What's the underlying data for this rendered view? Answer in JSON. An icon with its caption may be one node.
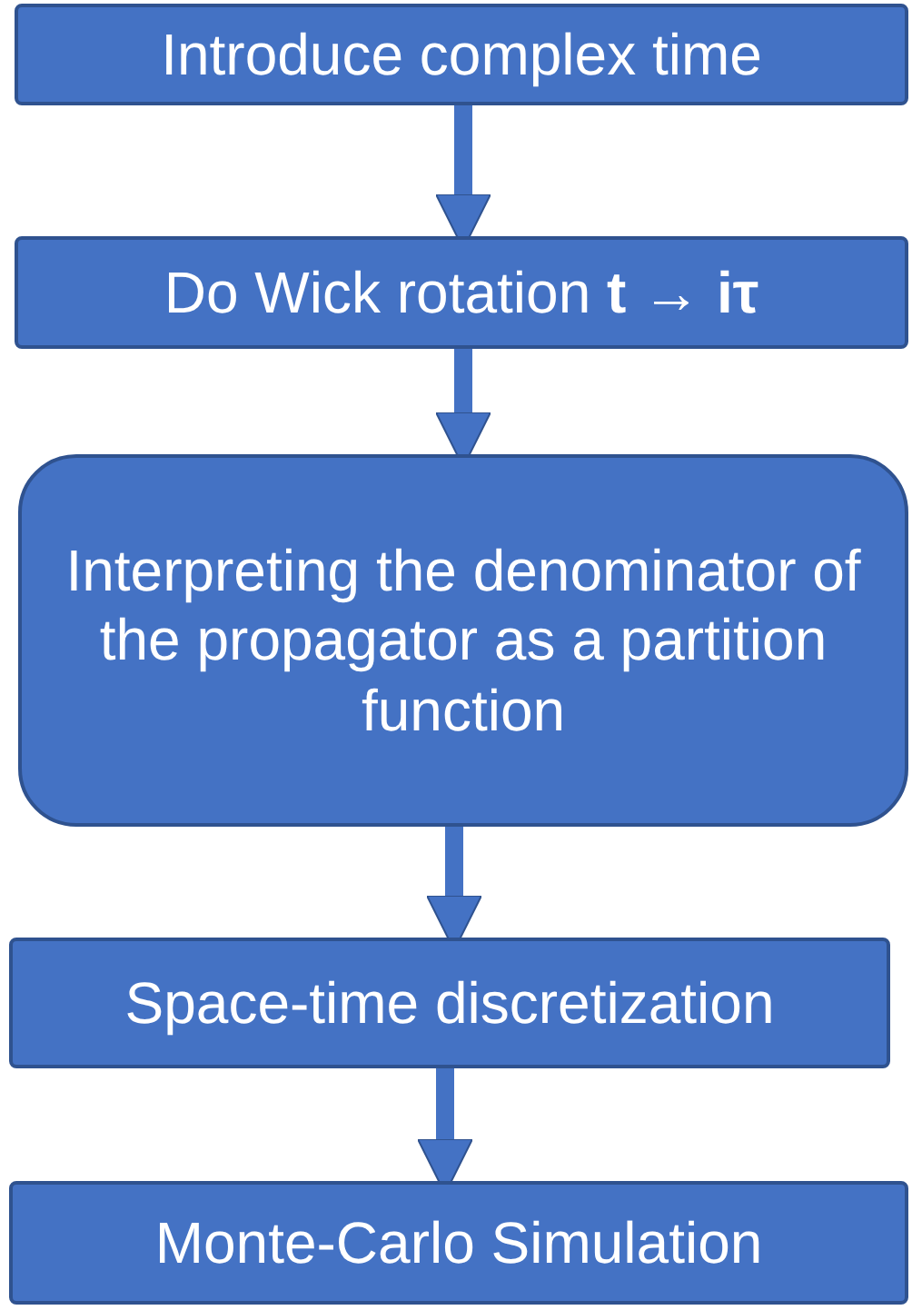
{
  "diagram": {
    "nodes": [
      {
        "text": [
          "Introduce complex time"
        ]
      },
      {
        "text": [
          "Do Wick rotation **t → iτ**"
        ]
      },
      {
        "text": [
          "Interpreting the denominator of the propagator as a partition function"
        ]
      },
      {
        "text": [
          "Space-time discretization"
        ]
      },
      {
        "text": [
          "Monte-Carlo Simulation"
        ]
      }
    ],
    "edges": [
      {
        "from": 0,
        "to": 1,
        "arrow": "to"
      },
      {
        "from": 1,
        "to": 2,
        "arrow": "to"
      },
      {
        "from": 2,
        "to": 3,
        "arrow": "to"
      },
      {
        "from": 3,
        "to": 4,
        "arrow": "to"
      }
    ]
  }
}
